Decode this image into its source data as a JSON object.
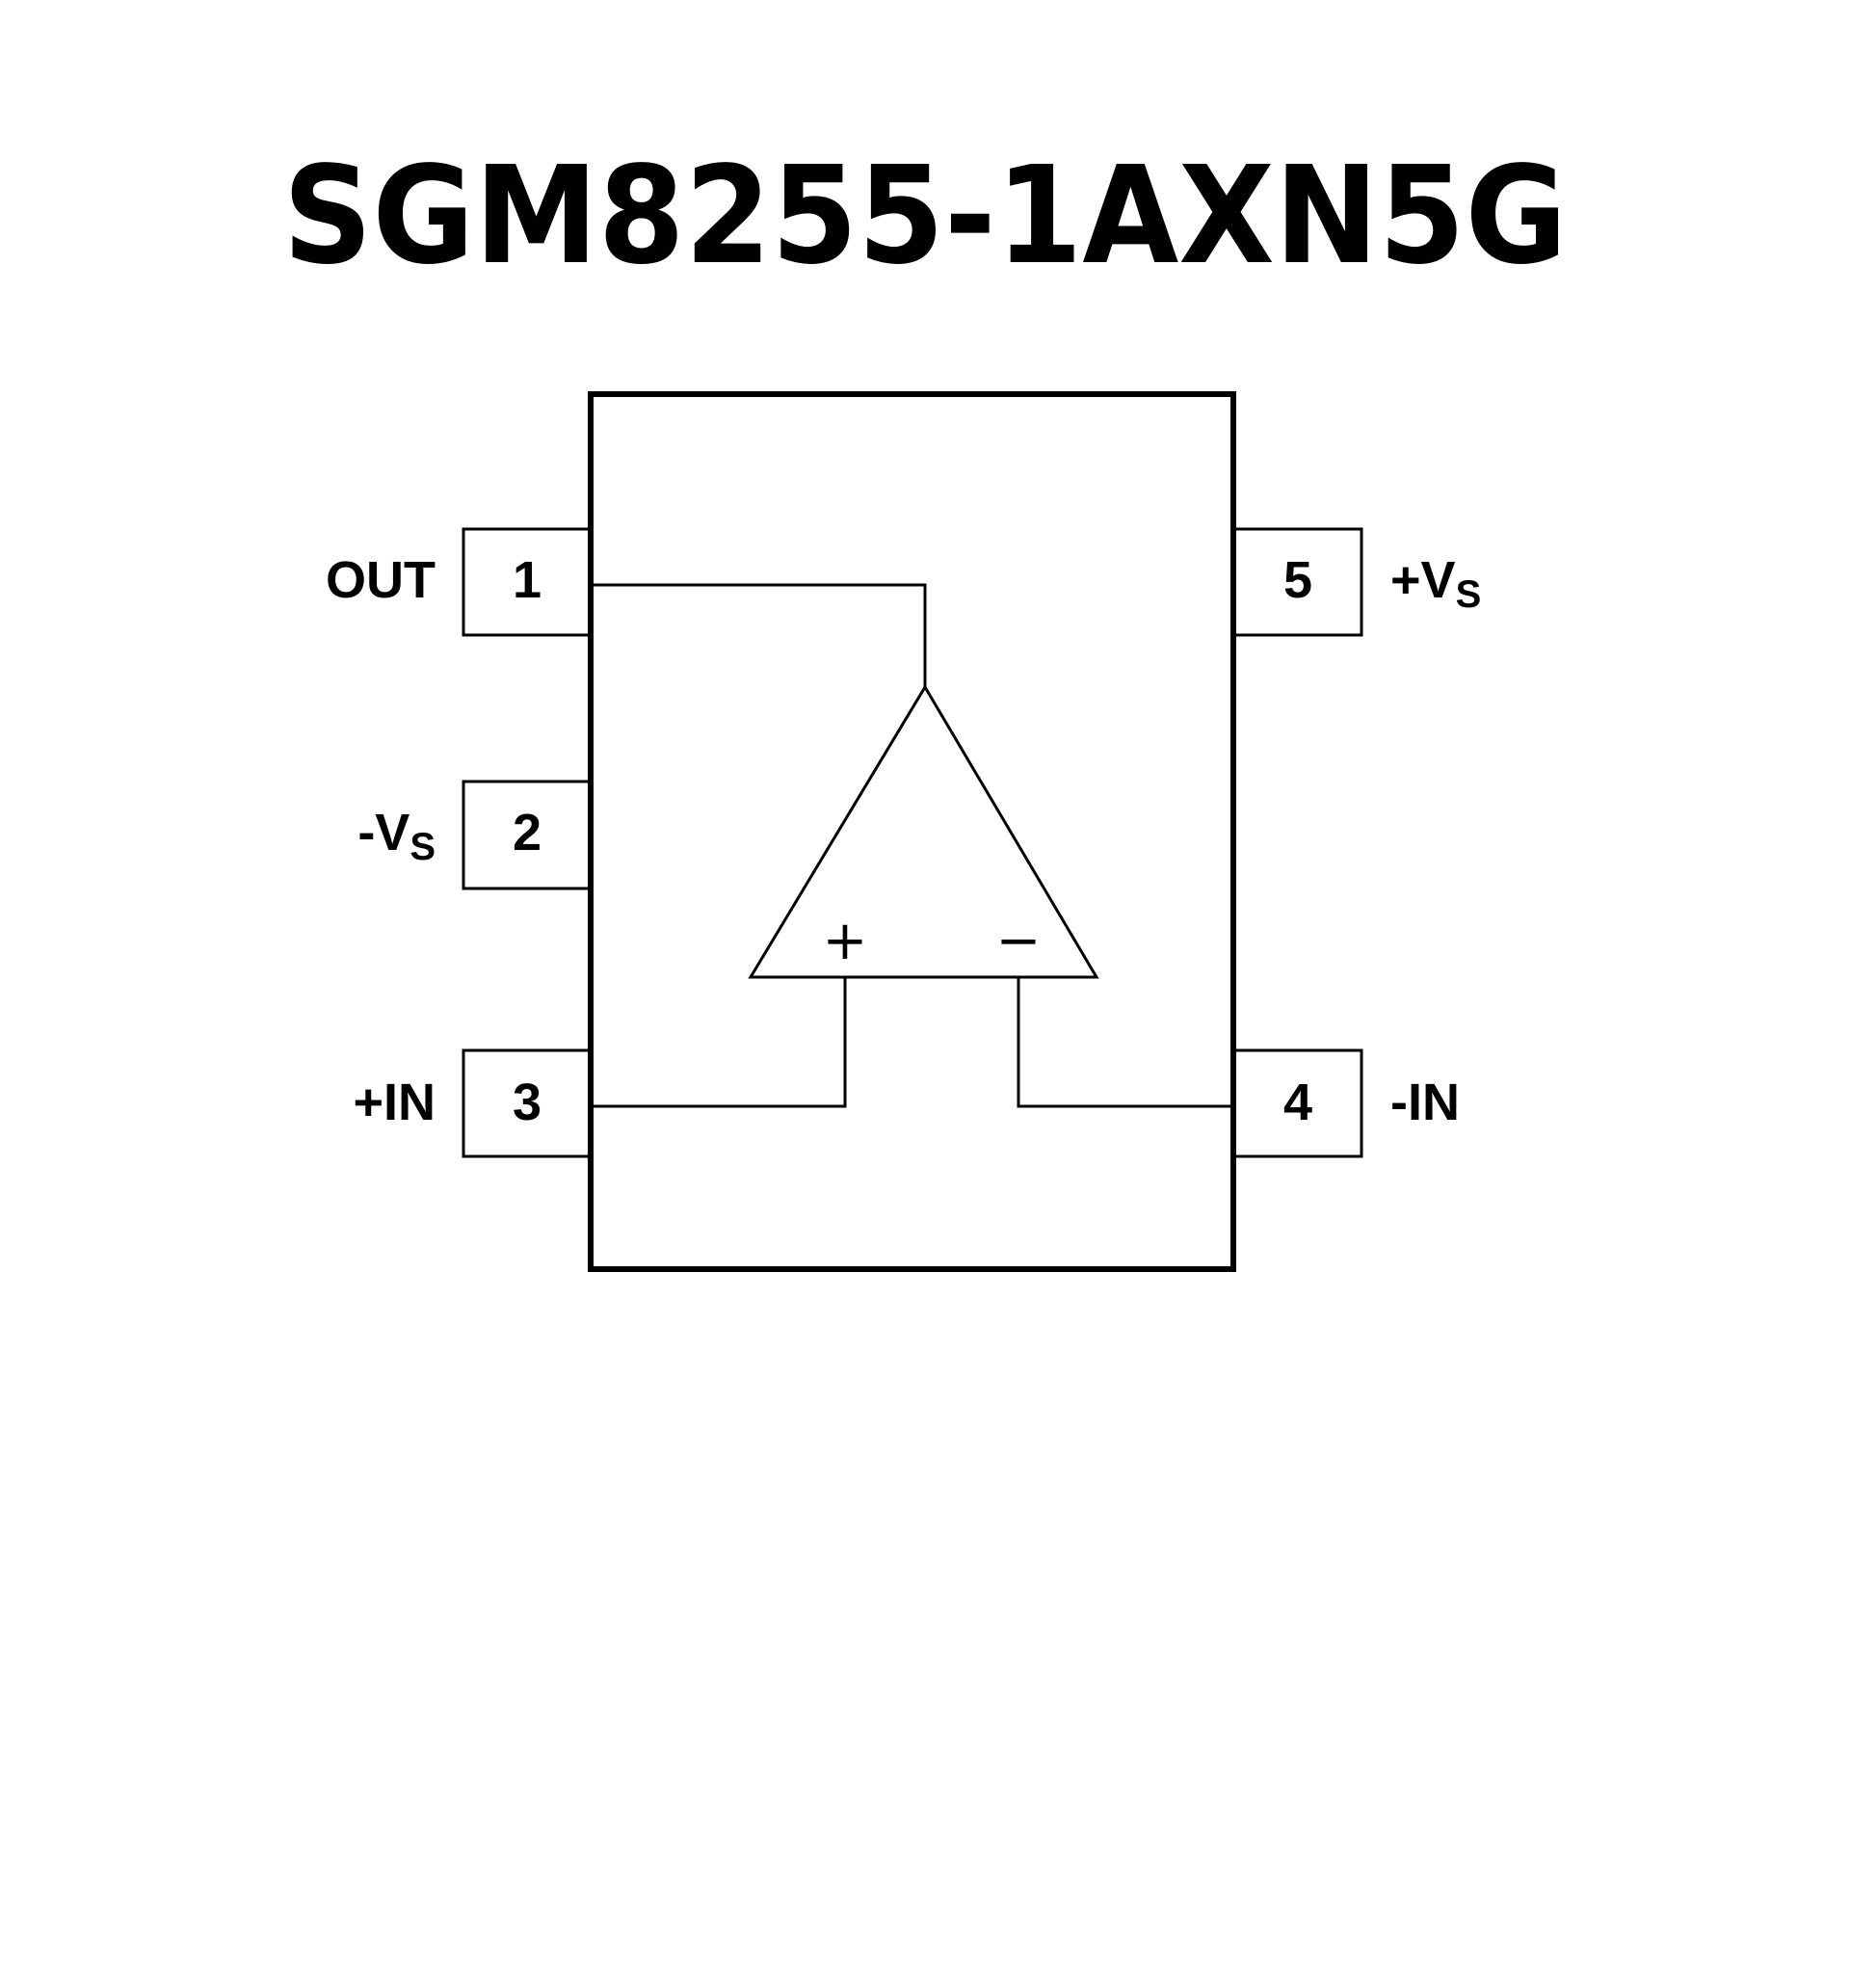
{
  "title": "SGM8255-1AXN5G",
  "pins": [
    {
      "number": "1",
      "name": "OUT",
      "sub": ""
    },
    {
      "number": "2",
      "name": "-V",
      "sub": "S"
    },
    {
      "number": "3",
      "name": "+IN",
      "sub": ""
    },
    {
      "number": "4",
      "name": "-IN",
      "sub": ""
    },
    {
      "number": "5",
      "name": "+V",
      "sub": "S"
    }
  ],
  "opamp": {
    "plus": "+",
    "minus": "−"
  }
}
